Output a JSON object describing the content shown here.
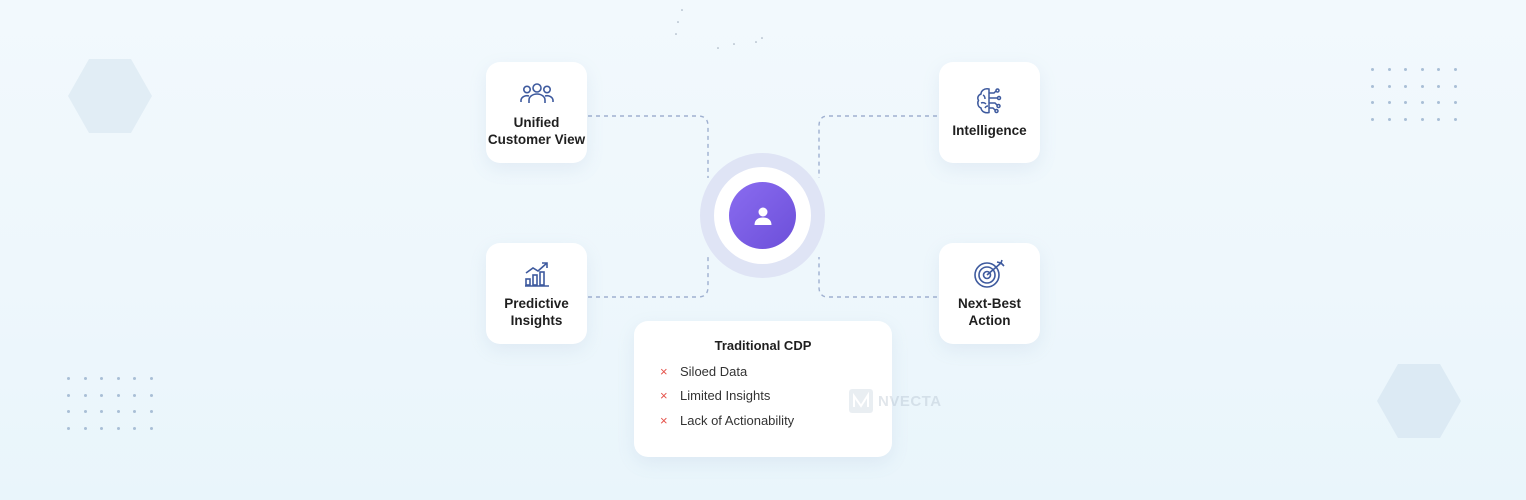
{
  "nodes": {
    "unified_customer_view": {
      "label": "Unified\nCustomer View",
      "icon": "users-group-icon"
    },
    "intelligence": {
      "label": "Intelligence",
      "icon": "brain-circuit-icon"
    },
    "predictive_insights": {
      "label": "Predictive\nInsights",
      "icon": "bar-chart-trend-icon"
    },
    "next_best_action": {
      "label": "Next-Best\nAction",
      "icon": "target-arrow-icon"
    },
    "center": {
      "icon": "user-icon"
    }
  },
  "traditional_cdp": {
    "title": "Traditional CDP",
    "items": [
      {
        "mark": "×",
        "text": "Siloed Data"
      },
      {
        "mark": "×",
        "text": "Limited Insights"
      },
      {
        "mark": "×",
        "text": "Lack of Actionability"
      }
    ]
  },
  "watermark": {
    "text": "NVECTA",
    "icon": "nvecta-logo-icon"
  },
  "colors": {
    "accent_purple": "#6c4fd9",
    "icon_blue": "#3e5a9e",
    "cross_red": "#e5534b",
    "connector": "#9fb0d0"
  }
}
